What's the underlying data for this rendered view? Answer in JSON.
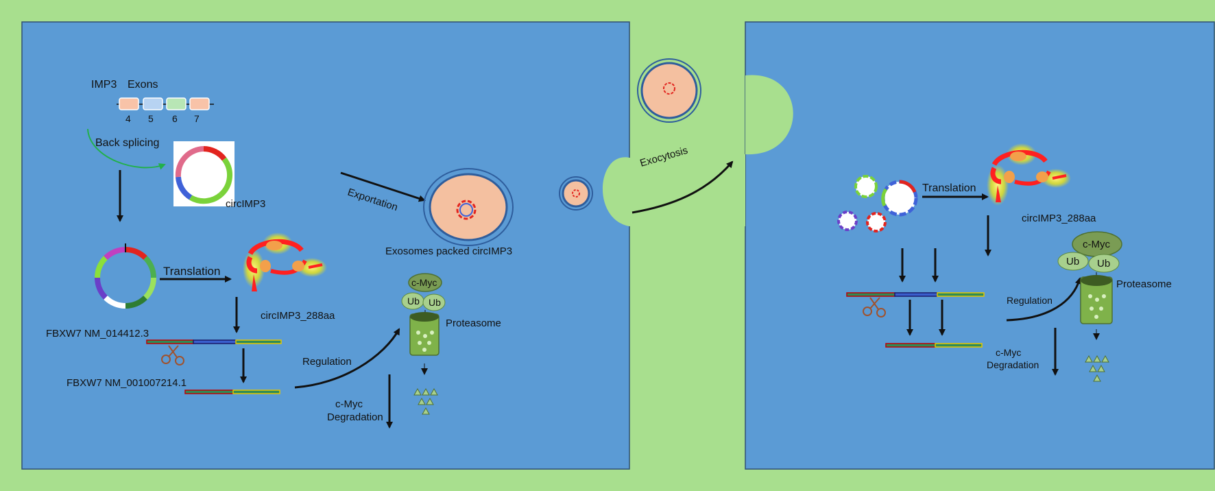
{
  "colors": {
    "background": "#a8df8e",
    "cell": "#5b9bd5",
    "cell_border": "#2f4f73",
    "exosome_inner": "#f4c0a0",
    "exosome_ring": "#2e5d9c",
    "arrow": "#111111",
    "green_curve": "#22b04a",
    "protein": "#ff2020",
    "protein_glow": "#ffee00",
    "proteasome": "#7fb24a",
    "ub_fill": "#a8d08d",
    "scissors": "#a0522d"
  },
  "left": {
    "gene_label": "IMP3",
    "exons_label": "Exons",
    "exon_numbers": [
      "4",
      "5",
      "6",
      "7"
    ],
    "back_splicing": "Back splicing",
    "circ_label": "circIMP3",
    "translation": "Translation",
    "peptide_label": "circIMP3_288aa",
    "fbxw7_top": "FBXW7 NM_014412.3",
    "fbxw7_bottom": "FBXW7 NM_001007214.1",
    "exportation": "Exportation",
    "exosome_label": "Exosomes packed circIMP3",
    "regulation": "Regulation",
    "cmyc": "c-Myc",
    "ub": "Ub",
    "proteasome": "Proteasome",
    "degradation_line1": "c-Myc",
    "degradation_line2": "Degradation"
  },
  "middle": {
    "exocytosis": "Exocytosis"
  },
  "right": {
    "translation": "Translation",
    "peptide_label": "circIMP3_288aa",
    "cmyc": "c-Myc",
    "ub": "Ub",
    "proteasome": "Proteasome",
    "regulation": "Regulation",
    "degradation_line1": "c-Myc",
    "degradation_line2": "Degradation"
  }
}
